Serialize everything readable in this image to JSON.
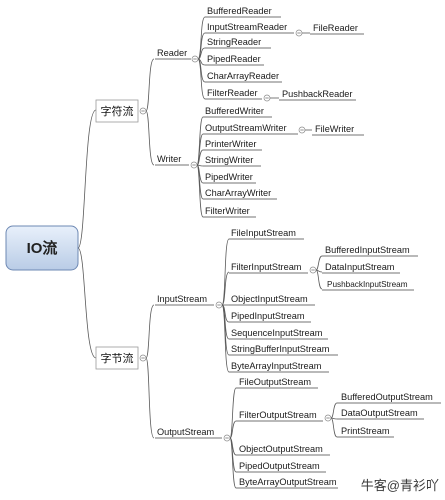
{
  "root": "IO流",
  "char_stream": {
    "label": "字符流",
    "reader": {
      "label": "Reader",
      "items": [
        "BufferedReader",
        "InputStreamReader",
        "StringReader",
        "PipedReader",
        "CharArrayReader",
        "FilterReader"
      ],
      "input_stream_reader_child": "FileReader",
      "filter_reader_child": "PushbackReader"
    },
    "writer": {
      "label": "Writer",
      "items": [
        "BufferedWriter",
        "OutputStreamWriter",
        "PrinterWriter",
        "StringWriter",
        "PipedWriter",
        "CharArrayWriter",
        "FilterWriter"
      ],
      "output_stream_writer_child": "FileWriter"
    }
  },
  "byte_stream": {
    "label": "字节流",
    "input_stream": {
      "label": "InputStream",
      "items": [
        "FileInputStream",
        "FilterInputStream",
        "ObjectInputStream",
        "PipedInputStream",
        "SequenceInputStream",
        "StringBufferInputStream",
        "ByteArrayInputStream"
      ],
      "filter_children": [
        "BufferedInputStream",
        "DataInputStream",
        "PushbackInputStream"
      ]
    },
    "output_stream": {
      "label": "OutputStream",
      "items": [
        "FileOutputStream",
        "FilterOutputStream",
        "ObjectOutputStream",
        "PipedOutputStream",
        "ByteArrayOutputStream"
      ],
      "filter_children": [
        "BufferedOutputStream",
        "DataOutputStream",
        "PrintStream"
      ]
    }
  },
  "watermark": "牛客@青衫吖"
}
